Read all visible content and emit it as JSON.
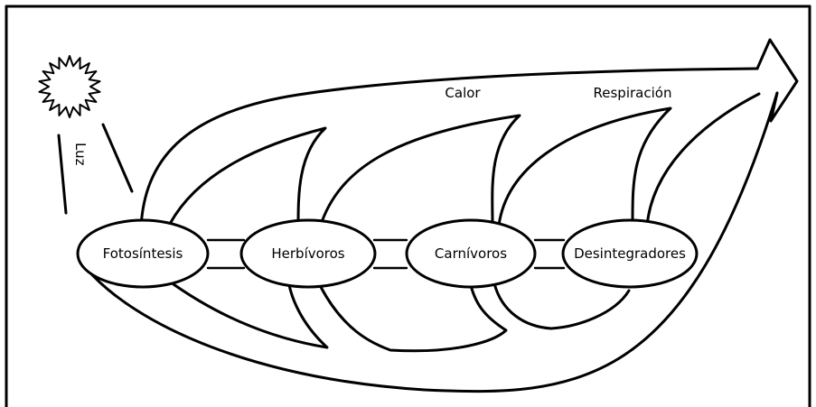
{
  "diagram": {
    "light_label": "Luz",
    "heat_label": "Calor",
    "respiration_label": "Respiración",
    "nodes": [
      {
        "id": "photosynthesis",
        "label": "Fotosíntesis"
      },
      {
        "id": "herbivores",
        "label": "Herbívoros"
      },
      {
        "id": "carnivores",
        "label": "Carnívoros"
      },
      {
        "id": "decomposers",
        "label": "Desintegradores"
      }
    ],
    "icons": {
      "sun": "sun-icon",
      "arrow": "arrow-right-icon"
    },
    "colors": {
      "stroke": "#000000",
      "background": "#ffffff"
    }
  }
}
